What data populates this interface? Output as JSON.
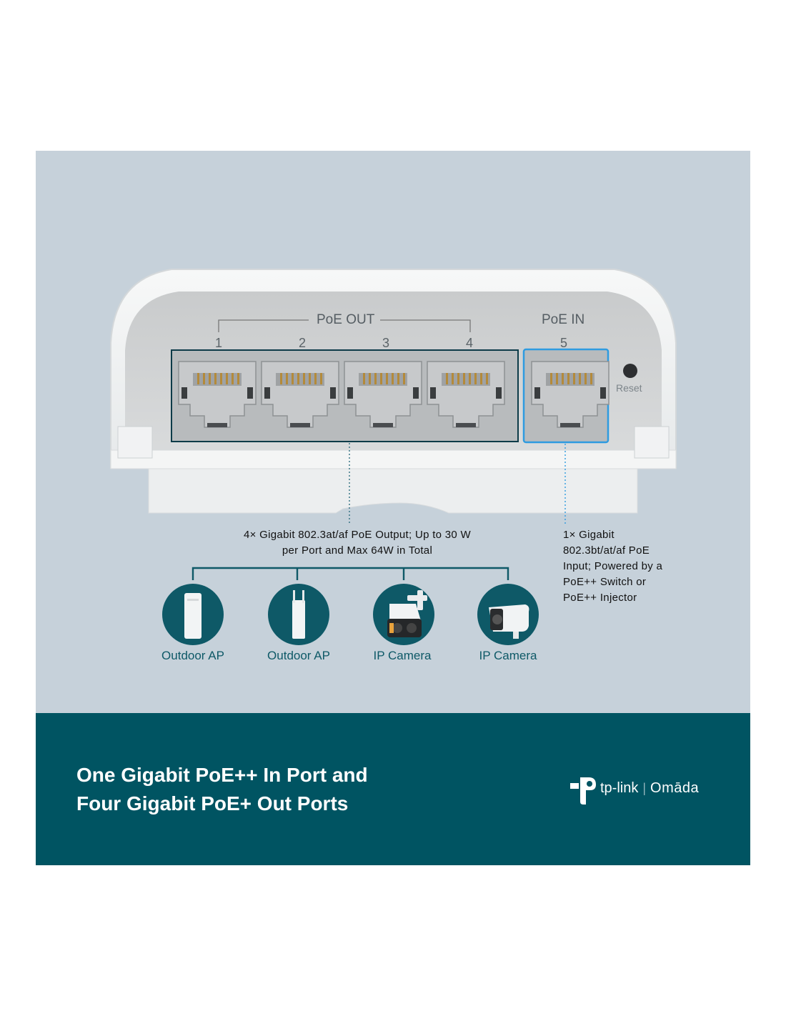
{
  "ports": {
    "group_out_label": "PoE OUT",
    "group_in_label": "PoE IN",
    "numbers": [
      "1",
      "2",
      "3",
      "4",
      "5"
    ],
    "reset_label": "Reset",
    "out_highlight_color": "#0d3b48",
    "in_highlight_color": "#2e9be0"
  },
  "callouts": {
    "out_description": "4× Gigabit 802.3at/af PoE Output; Up to 30 W per Port and Max 64W in Total",
    "in_description_lines": [
      "1× Gigabit",
      "802.3bt/at/af PoE",
      "Input; Powered by a",
      "PoE++ Switch or",
      "PoE++ Injector"
    ]
  },
  "devices": [
    {
      "label": "Outdoor AP",
      "icon": "outdoor-ap-icon"
    },
    {
      "label": "Outdoor AP",
      "icon": "outdoor-ap-antenna-icon"
    },
    {
      "label": "IP Camera",
      "icon": "dual-lens-camera-icon"
    },
    {
      "label": "IP Camera",
      "icon": "bullet-camera-icon"
    }
  ],
  "footer": {
    "headline_lines": [
      "One Gigabit PoE++ In Port and",
      "Four Gigabit PoE+ Out Ports"
    ],
    "brand": "tp-link",
    "separator": "|",
    "sub_brand": "Omāda"
  },
  "colors": {
    "panel_bg": "#c6d1da",
    "footer_bg": "#005462",
    "device_circle": "#0e5967",
    "label_teal": "#0e5967"
  }
}
